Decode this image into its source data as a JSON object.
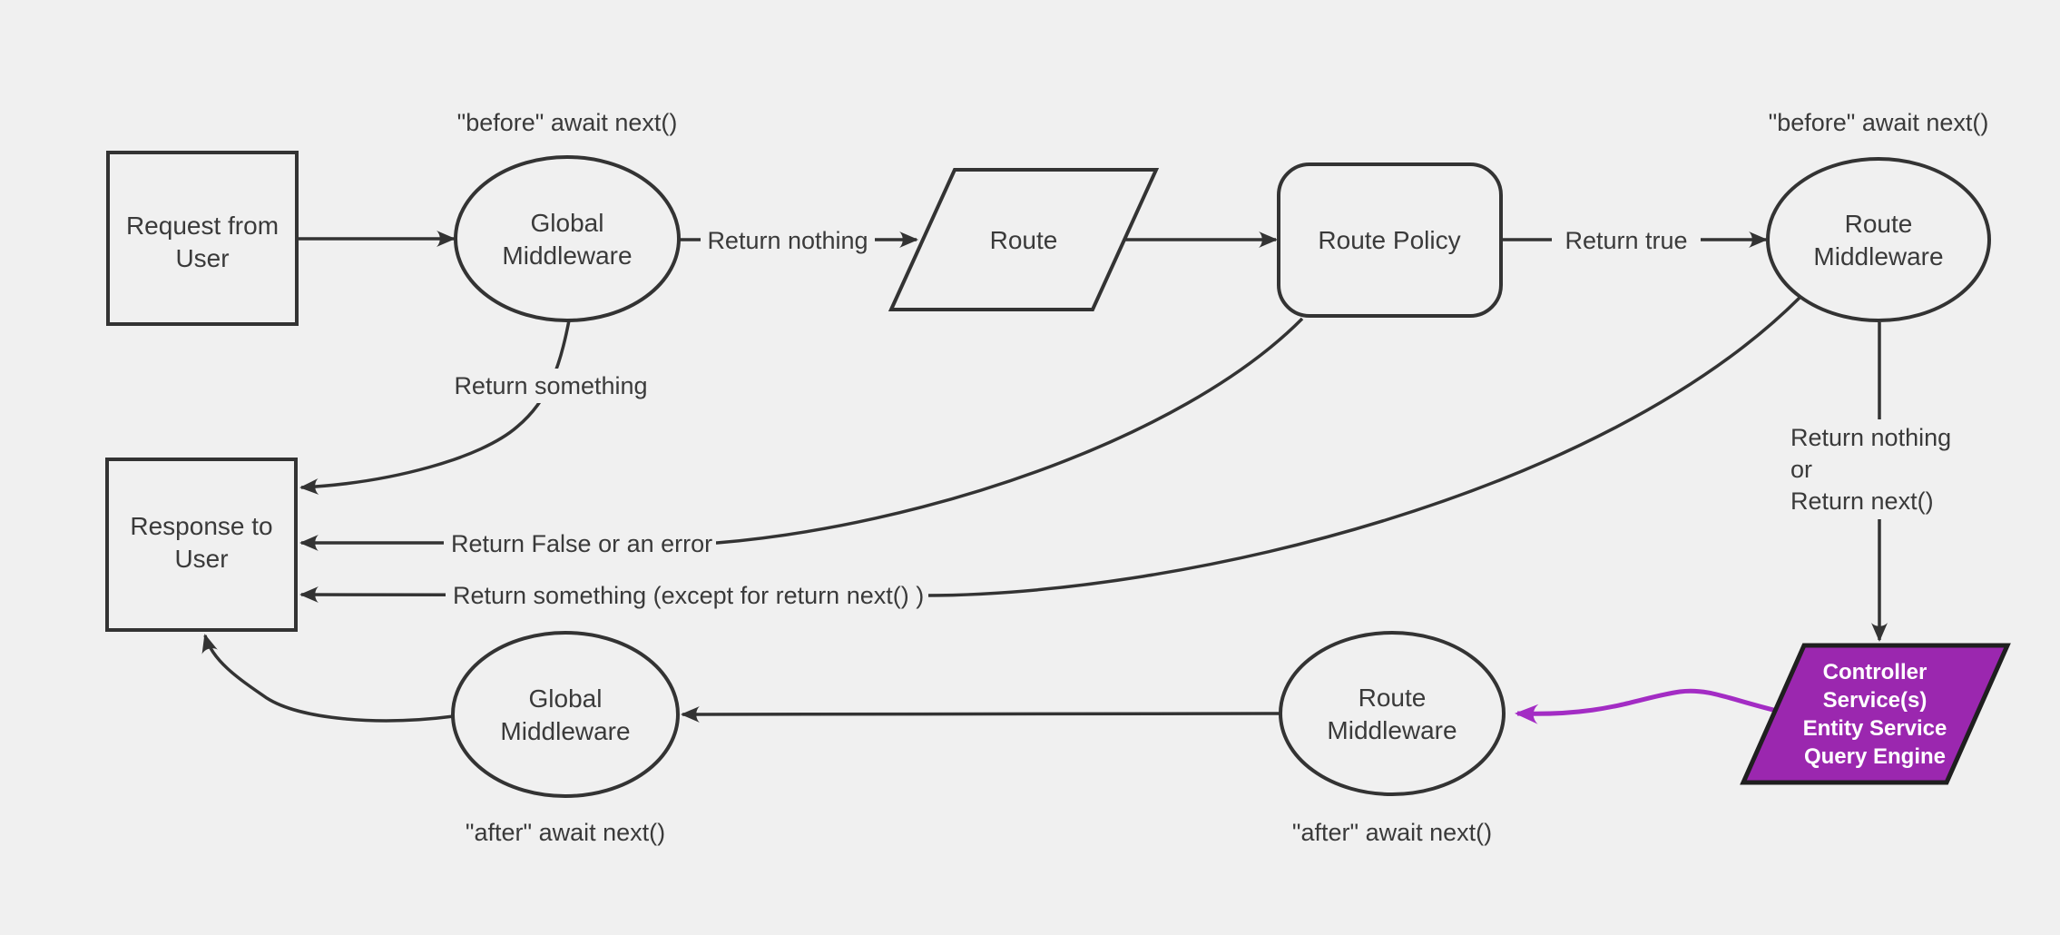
{
  "colors": {
    "background": "#f0f0f0",
    "line": "#333333",
    "text": "#3a3a3a",
    "purple_fill": "#9b27af",
    "purple_border": "#1f1f1f",
    "purple_arrow": "#a32cc4",
    "controller_text": "#ffffff"
  },
  "nodes": {
    "request": {
      "lines": [
        "Request from",
        "User"
      ]
    },
    "global_middleware_top": {
      "lines": [
        "Global",
        "Middleware"
      ]
    },
    "route": {
      "label": "Route"
    },
    "route_policy": {
      "label": "Route Policy"
    },
    "route_middleware_top": {
      "lines": [
        "Route",
        "Middleware"
      ]
    },
    "response": {
      "lines": [
        "Response to",
        "User"
      ]
    },
    "controller_services": {
      "lines": [
        "Controller",
        "Service(s)",
        "Entity Service",
        "Query Engine"
      ]
    },
    "route_middleware_bottom": {
      "lines": [
        "Route",
        "Middleware"
      ]
    },
    "global_middleware_bottom": {
      "lines": [
        "Global",
        "Middleware"
      ]
    }
  },
  "edge_labels": {
    "before_await_next_left": "\"before\" await next()",
    "before_await_next_right": "\"before\" await next()",
    "return_nothing": "Return nothing",
    "return_true": "Return true",
    "return_something": "Return something",
    "return_false_or_error": "Return False or an error",
    "return_something_except": "Return something (except for return next() )",
    "return_nothing_or": {
      "lines": [
        "Return nothing",
        "or",
        "Return next()"
      ]
    },
    "after_await_next_left": "\"after\" await next()",
    "after_await_next_right": "\"after\" await next()"
  }
}
